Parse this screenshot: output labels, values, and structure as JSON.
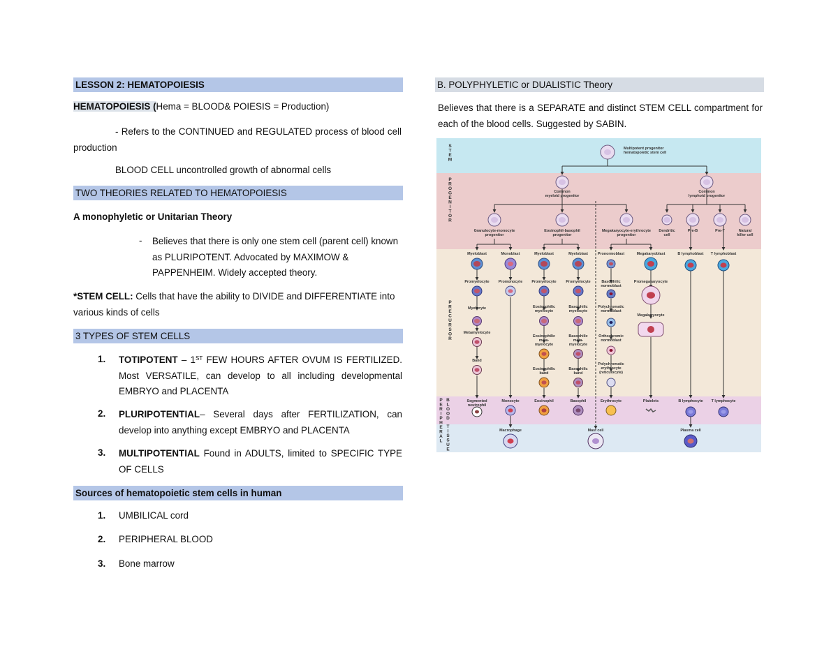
{
  "left": {
    "lesson_header": "LESSON 2: HEMATOPOIESIS",
    "definition": {
      "term": "HEMATOPOIESIS (",
      "rest": "Hema = BLOOD& POIESIS = Production)"
    },
    "refers": "- Refers to the CONTINUED and REGULATED process of blood cell production",
    "blood_cell": "BLOOD CELL uncontrolled growth of abnormal cells",
    "theories_header": "TWO THEORIES RELATED TO HEMATOPOIESIS",
    "mono_title": "A monophyletic or Unitarian Theory",
    "mono_dash": "-",
    "mono_text": "Believes that there is only one stem cell (parent cell) known as PLURIPOTENT. Advocated by MAXIMOW & PAPPENHEIM. Widely accepted theory.",
    "stem_cell": {
      "term": "*STEM CELL:",
      "rest": " Cells that have the ability to DIVIDE and DIFFERENTIATE into various kinds of cells"
    },
    "types_header": "3 TYPES OF STEM CELLS",
    "types": [
      {
        "num": "1.",
        "term": "TOTIPOTENT",
        "sep": " – 1",
        "sup": "ST",
        "rest": " FEW HOURS AFTER OVUM IS FERTILIZED. Most VERSATILE, can develop to all including developmental EMBRYO and PLACENTA"
      },
      {
        "num": "2.",
        "term": "PLURIPOTENTIAL",
        "sep": "",
        "sup": "",
        "rest": "– Several days after FERTILIZATION, can develop into anything except EMBRYO and PLACENTA"
      },
      {
        "num": "3.",
        "term": "MULTIPOTENTIAL",
        "sep": "",
        "sup": "",
        "rest": " Found in ADULTS, limited to SPECIFIC TYPE OF CELLS"
      }
    ],
    "sources_header": "Sources of hematopoietic stem cells in human",
    "sources": [
      {
        "num": "1.",
        "text": "UMBILICAL cord"
      },
      {
        "num": "2.",
        "text": "PERIPHERAL BLOOD"
      },
      {
        "num": "3.",
        "text": "Bone marrow"
      }
    ]
  },
  "right": {
    "poly_header": "B. POLYPHYLETIC or DUALISTIC Theory",
    "poly_text": "Believes that there is a SEPARATE and distinct STEM CELL compartment for each of the blood cells. Suggested by SABIN."
  },
  "diagram": {
    "bands": {
      "stem": "STEM",
      "progenitor": "PROGENITOR",
      "precursor": "PRECURSOR",
      "peripheral": "PERIPHERAL",
      "blood": "BLOOD",
      "tissue": "TISSUE"
    },
    "colors": {
      "stem": "#c6e8f1",
      "progenitor": "#eccccc",
      "precursor": "#f3e8d9",
      "blood": "#ebd1e6",
      "tissue": "#dde9f3"
    },
    "labels": {
      "stem": [
        "Multipotent progenitor",
        "hematopoietic stem cell"
      ],
      "common_myeloid": [
        "Common",
        "myeloid progenitor"
      ],
      "common_lymphoid": [
        "Common",
        "lymphoid progenitor"
      ],
      "gm": [
        "Granulocyte-monocyte",
        "progenitor"
      ],
      "eb": [
        "Eosinophil-basophil",
        "progenitor"
      ],
      "me": [
        "Megakaryocyte-erythrocyte",
        "progenitor"
      ],
      "dendritic": [
        "Dendritic",
        "cell"
      ],
      "pre_b": [
        "Pre-B"
      ],
      "pre_t": [
        "Pre-T"
      ],
      "nk": [
        "Natural",
        "killer cell"
      ],
      "myeloblast1": [
        "Myeloblast"
      ],
      "monoblast": [
        "Monoblast"
      ],
      "myeloblast2": [
        "Myeloblast"
      ],
      "myeloblast3": [
        "Myeloblast"
      ],
      "pronormoblast": [
        "Pronormoblast"
      ],
      "megakaryoblast": [
        "Megakaryoblast"
      ],
      "b_lymphoblast": [
        "B lymphoblast"
      ],
      "t_lymphoblast": [
        "T lymphoblast"
      ],
      "promyelocyte1": [
        "Promyelocyte"
      ],
      "promonocyte": [
        "Promonocyte"
      ],
      "promyelocyte2": [
        "Promyelocyte"
      ],
      "promyelocyte3": [
        "Promyelocyte"
      ],
      "baso_normoblast": [
        "Basophilic",
        "normoblast"
      ],
      "promegakaryocyte": [
        "Promegakaryocyte"
      ],
      "myelocyte": [
        "Myelocyte"
      ],
      "eos_myelocyte": [
        "Eosinophilic",
        "myelocyte"
      ],
      "baso_myelocyte": [
        "Basophilic",
        "myelocyte"
      ],
      "poly_normoblast": [
        "Polychromatic",
        "normoblast"
      ],
      "megakaryocyte": [
        "Megakaryocyte"
      ],
      "metamyelocyte": [
        "Metamyelocyte"
      ],
      "eos_meta": [
        "Eosinophilic",
        "meta-",
        "myelocyte"
      ],
      "baso_meta": [
        "Basophilic",
        "meta-",
        "myelocyte"
      ],
      "ortho_normoblast": [
        "Orthochromic",
        "normoblast"
      ],
      "band": [
        "Band"
      ],
      "eos_band": [
        "Eosinophilic",
        "band"
      ],
      "baso_band": [
        "Basophilic",
        "band"
      ],
      "reticulocyte": [
        "Polychromatic",
        "erythrocyte",
        "(reticulocyte)"
      ],
      "seg_neutrophil": [
        "Segmented",
        "neutrophil"
      ],
      "monocyte": [
        "Monocyte"
      ],
      "eosinophil": [
        "Eosinophil"
      ],
      "basophil": [
        "Basophil"
      ],
      "erythrocyte": [
        "Erythrocyte"
      ],
      "platelets": [
        "Platelets"
      ],
      "b_lymphocyte": [
        "B lymphocyte"
      ],
      "t_lymphocyte": [
        "T lymphocyte"
      ],
      "macrophage": [
        "Macrophage"
      ],
      "mast_cell": [
        "Mast cell"
      ],
      "plasma_cell": [
        "Plasma cell"
      ]
    }
  }
}
